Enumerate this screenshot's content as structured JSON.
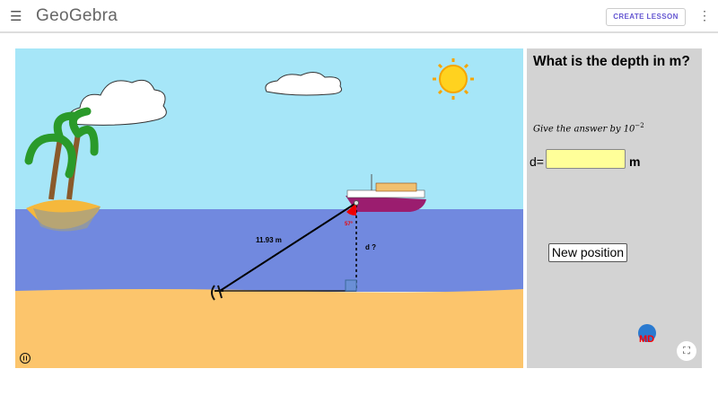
{
  "header": {
    "brand": "GeoGebra",
    "create_lesson": "CREATE LESSON",
    "menu_icon": "hamburger-icon",
    "more_icon": "more-vert-icon"
  },
  "scene": {
    "hypotenuse_label": "11.93 m",
    "angle_label": "57°",
    "depth_label": "d ?",
    "colors": {
      "sky": "#a6e6f8",
      "sea": "#7189df",
      "sand": "#fcc56c",
      "angle": "#ee0000"
    }
  },
  "panel": {
    "question": "What is the depth in m?",
    "hint": "Give the answer by 10",
    "hint_exp": "−2",
    "d_label": "d=",
    "d_value": "",
    "unit": "m",
    "new_position": "New position",
    "fullscreen_icon": "fullscreen-icon"
  }
}
